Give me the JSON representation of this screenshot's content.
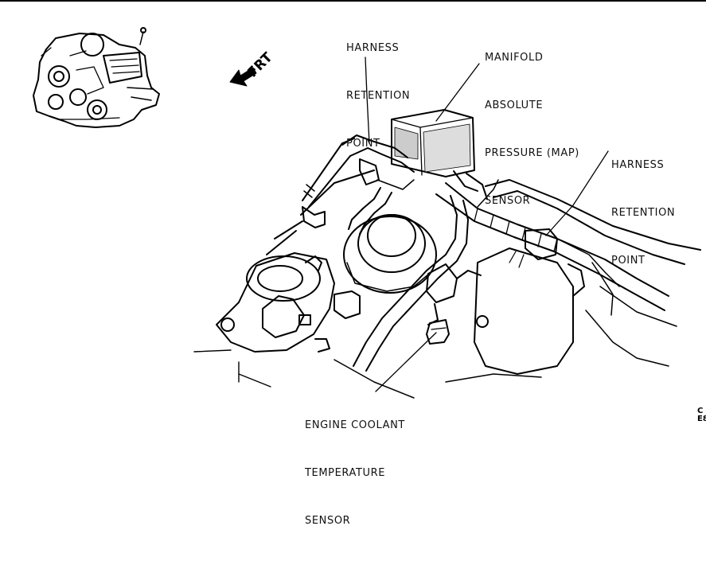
{
  "orientation": {
    "direction_label": "FRT"
  },
  "callouts": {
    "harness_top": [
      "HARNESS",
      "RETENTION",
      "POINT"
    ],
    "map_sensor": [
      "MANIFOLD",
      "ABSOLUTE",
      "PRESSURE (MAP)",
      "SENSOR"
    ],
    "harness_right": [
      "HARNESS",
      "RETENTION",
      "POINT"
    ],
    "coolant_sensor": [
      "ENGINE COOLANT",
      "TEMPERATURE",
      "SENSOR"
    ]
  },
  "figure_code": {
    "line1": "C",
    "line2": "E8"
  }
}
